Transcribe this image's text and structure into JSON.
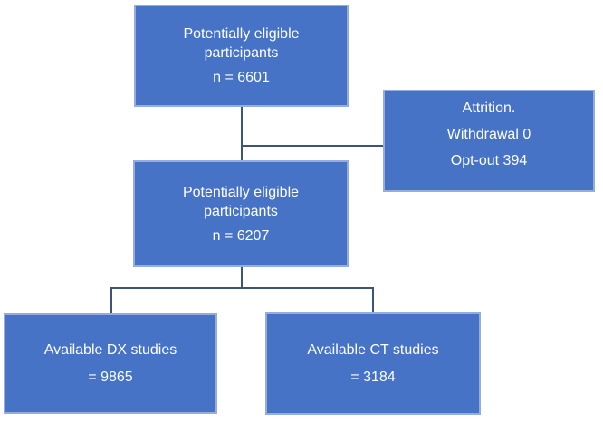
{
  "figure": {
    "colors": {
      "background": "#ffffff",
      "box_fill": "#4673C6",
      "box_border": "#94ACDE",
      "connector": "#3C5478",
      "text": "#FDFEFF"
    },
    "boxes": {
      "eligible_initial": {
        "title_line1": "Potentially eligible",
        "title_line2": "participants",
        "stat": "n = 6601"
      },
      "attrition": {
        "line1": "Attrition.",
        "line2": "Withdrawal 0",
        "line3": "Opt-out 394"
      },
      "eligible_after": {
        "title_line1": "Potentially eligible",
        "title_line2": "participants",
        "stat": "n = 6207"
      },
      "dx_studies": {
        "title": "Available DX studies",
        "stat": "= 9865"
      },
      "ct_studies": {
        "title": "Available CT studies",
        "stat": "= 3184"
      }
    }
  }
}
